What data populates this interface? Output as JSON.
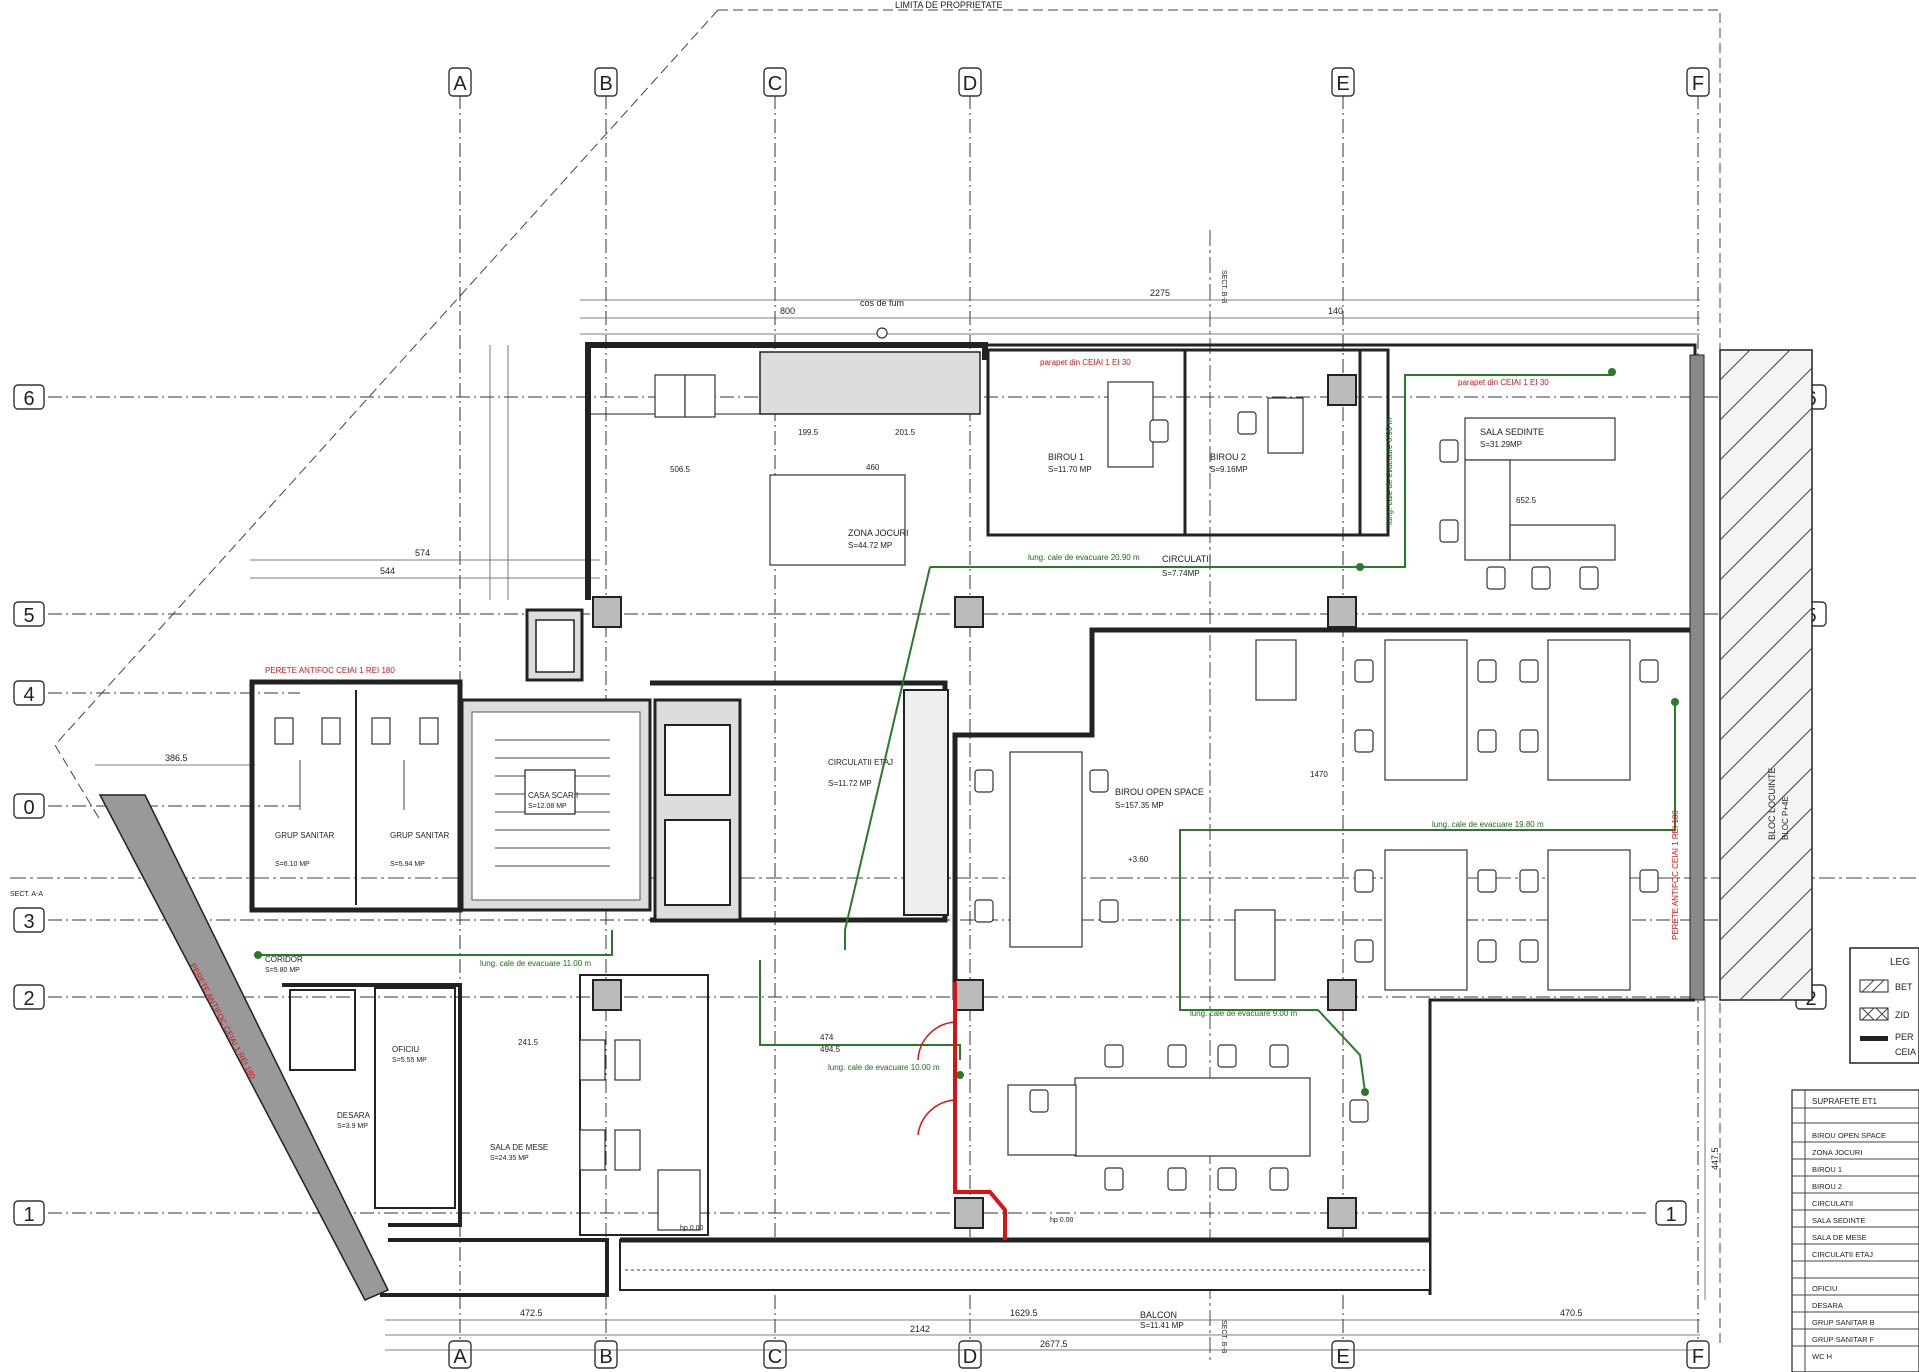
{
  "property_limit": "LIMITA DE PROPRIETATE",
  "axes_letters": [
    "A",
    "B",
    "C",
    "D",
    "E",
    "F"
  ],
  "axes_numbers": [
    "6",
    "5",
    "4",
    "0",
    "3",
    "2",
    "1"
  ],
  "section_labels": {
    "a": "SECT. A-A",
    "b_top": "SECT. B-B",
    "b_bottom": "SECT. B-B"
  },
  "rooms": {
    "birou1": {
      "name": "BIROU 1",
      "area": "S=11.70 MP"
    },
    "birou2": {
      "name": "BIROU 2",
      "area": "S=9.16MP"
    },
    "sala_sedinte": {
      "name": "SALA SEDINTE",
      "area": "S=31.29MP"
    },
    "zona_jocuri": {
      "name": "ZONA JOCURI",
      "area": "S=44.72 MP"
    },
    "circulatii_top": {
      "name": "CIRCULATII",
      "area": "S=7.74MP"
    },
    "birou_open": {
      "name": "BIROU OPEN SPACE",
      "area": "S=157.35 MP"
    },
    "circulatii_etaj": {
      "name": "CIRCULATII ETAJ",
      "area": "S=11.72 MP"
    },
    "casa_scarii": {
      "name": "CASA SCARII",
      "area": "S=12.08 MP"
    },
    "grup_sanitar_b": {
      "name": "GRUP SANITAR",
      "area": "S=6.10 MP"
    },
    "grup_sanitar_f": {
      "name": "GRUP SANITAR",
      "area": "S=5.94 MP"
    },
    "corridor": {
      "name": "CORIDOR",
      "area": "S=5.80 MP"
    },
    "oficiu": {
      "name": "OFICIU",
      "area": "S=5.55 MP"
    },
    "desara": {
      "name": "DESARA",
      "area": "S=3.9 MP"
    },
    "sala_mese": {
      "name": "SALA DE MESE",
      "area": "S=24.35 MP"
    },
    "balcon": {
      "name": "BALCON",
      "area": "S=11.41 MP"
    }
  },
  "labels": {
    "cos_fum": "cos de fum",
    "perete_antifoc_top": "PERETE ANTIFOC CEIAI 1 REI 180",
    "perete_antifoc_diag": "PERETE ANTIFOC CEIAI 1 REI 180",
    "perete_antifoc_right": "PERETE ANTIFOC CEIAI 1 REI 180",
    "bloc_locuinte": "BLOC LOCUINTE",
    "bloc_sub": "BLOC P+4E",
    "parapet_1": "parapet din CEIAI 1 EI 30",
    "parapet_2": "parapet din CEIAI 1 EI 30",
    "hp1": "hp 0.00",
    "hp2": "hp 0.00",
    "level": "+3.60"
  },
  "evac_labels": [
    "lung. cale de evacuare 20.90 m",
    "lung. cale de evacuare 6.90 m",
    "lung. cale de evacuare 19.80 m",
    "lung. cale de evacuare 9.00 m",
    "lung. cale de evacuare 10.00 m",
    "lung. cale de evacuare 11.00 m"
  ],
  "dimensions": {
    "top_total": "2275",
    "top_left": "800",
    "top_right": "140",
    "bottom_left": "472.5",
    "bottom_mid": "1629.5",
    "bottom_right": "470.5",
    "bottom_total": "2677.5",
    "bottom_sub": "2142",
    "left_a": "574",
    "left_b": "544",
    "left_c": "386.5",
    "right_v": "447.5",
    "open_w": "1470",
    "inner_a": "506.5",
    "inner_b": "460",
    "inner_c": "199.5",
    "inner_d": "201.5",
    "inner_e": "474",
    "inner_f": "494.5",
    "inner_g": "241.5",
    "inner_h": "652.5"
  },
  "legend": {
    "title": "LEG",
    "items": [
      "BET",
      "ZID",
      "PER"
    ],
    "sub": "CEIA"
  },
  "surfaces": {
    "title": "SUPRAFETE ET1",
    "rows": [
      "BIROU OPEN SPACE",
      "ZONA JOCURI",
      "BIROU 1",
      "BIROU 2",
      "CIRCULATII",
      "SALA SEDINTE",
      "SALA DE MESE",
      "CIRCULATII ETAJ",
      "",
      "OFICIU",
      "DESARA",
      "GRUP SANITAR B",
      "GRUP SANITAR F",
      "WC H"
    ]
  }
}
